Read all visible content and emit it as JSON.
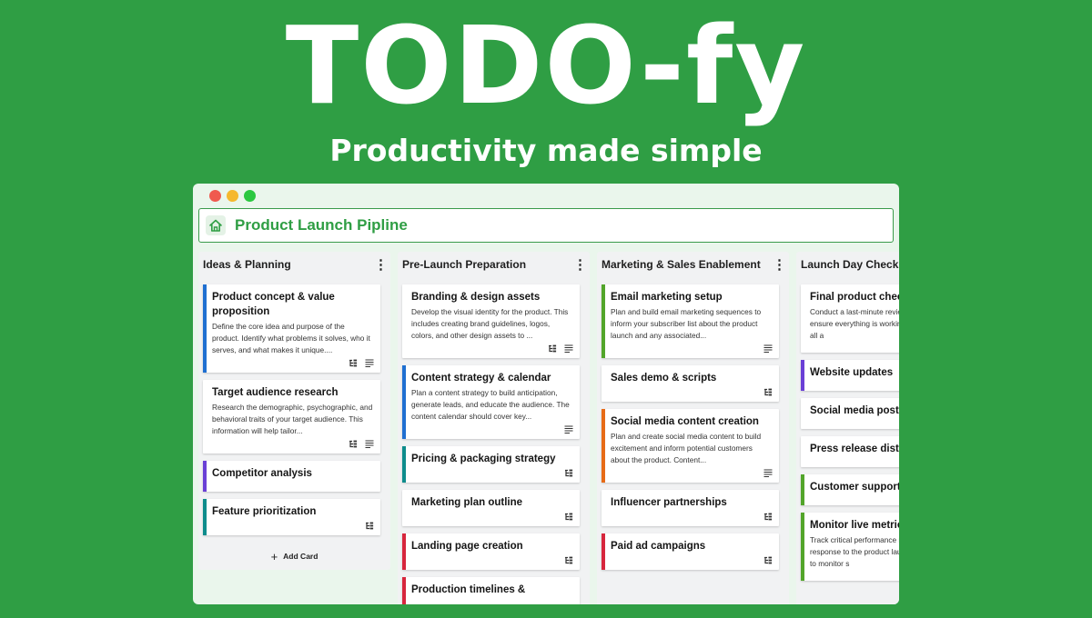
{
  "hero": {
    "title": "TODO-fy",
    "subtitle": "Productivity made simple"
  },
  "window": {
    "traffic_lights": [
      "#f05a4f",
      "#f5b82e",
      "#2bc840"
    ]
  },
  "board": {
    "title": "Product Launch Pipline",
    "home_icon": "home-icon"
  },
  "colors": {
    "brand_green": "#2f9e44",
    "stripe_blue": "#1f6fd1",
    "stripe_purple": "#6a3fd6",
    "stripe_teal": "#0e8c8c",
    "stripe_green": "#52a52a",
    "stripe_orange": "#e76b17",
    "stripe_red": "#d7263d"
  },
  "lists": [
    {
      "title": "Ideas & Planning",
      "add_card": "Add Card",
      "cards": [
        {
          "title": "Product concept & value proposition",
          "desc": "Define the core idea and purpose of the product. Identify what problems it solves, who it serves, and what makes it unique....",
          "stripe": "#1f6fd1",
          "icons": [
            "checklist-icon",
            "description-icon"
          ]
        },
        {
          "title": "Target audience research",
          "desc": "Research the demographic, psychographic, and behavioral traits of your target audience. This information will help tailor...",
          "stripe": "",
          "icons": [
            "checklist-icon",
            "description-icon"
          ]
        },
        {
          "title": "Competitor analysis",
          "desc": "",
          "stripe": "#6a3fd6",
          "icons": []
        },
        {
          "title": "Feature prioritization",
          "desc": "",
          "stripe": "#0e8c8c",
          "icons": [
            "checklist-icon"
          ]
        }
      ]
    },
    {
      "title": "Pre-Launch Preparation",
      "cards": [
        {
          "title": "Branding & design assets",
          "desc": "Develop the visual identity for the product. This includes creating brand guidelines, logos, colors, and other design assets to ...",
          "stripe": "",
          "icons": [
            "checklist-icon",
            "description-icon"
          ]
        },
        {
          "title": "Content strategy & calendar",
          "desc": "Plan a content strategy to build anticipation, generate leads, and educate the audience. The content calendar should cover key...",
          "stripe": "#1f6fd1",
          "icons": [
            "description-icon"
          ]
        },
        {
          "title": "Pricing & packaging strategy",
          "desc": "",
          "stripe": "#0e8c8c",
          "icons": [
            "checklist-icon"
          ]
        },
        {
          "title": "Marketing plan outline",
          "desc": "",
          "stripe": "",
          "icons": [
            "checklist-icon"
          ]
        },
        {
          "title": "Landing page creation",
          "desc": "",
          "stripe": "#d7263d",
          "icons": [
            "checklist-icon"
          ]
        },
        {
          "title": "Production timelines &",
          "desc": "",
          "stripe": "#d7263d",
          "icons": []
        }
      ]
    },
    {
      "title": "Marketing & Sales Enablement",
      "cards": [
        {
          "title": "Email marketing setup",
          "desc": "Plan and build email marketing sequences to inform your subscriber list about the product launch and any associated...",
          "stripe": "#52a52a",
          "icons": [
            "description-icon"
          ]
        },
        {
          "title": "Sales demo & scripts",
          "desc": "",
          "stripe": "",
          "icons": [
            "checklist-icon"
          ]
        },
        {
          "title": "Social media content creation",
          "desc": "Plan and create social media content to build excitement and inform potential customers about the product. Content...",
          "stripe": "#e76b17",
          "icons": [
            "description-icon"
          ]
        },
        {
          "title": "Influencer partnerships",
          "desc": "",
          "stripe": "",
          "icons": [
            "checklist-icon"
          ]
        },
        {
          "title": "Paid ad campaigns",
          "desc": "",
          "stripe": "#d7263d",
          "icons": [
            "checklist-icon"
          ]
        }
      ]
    },
    {
      "title": "Launch Day Checklist",
      "cards": [
        {
          "title": "Final product check",
          "desc": "Conduct a last-minute review of the product to ensure everything is working as expected, and all a",
          "stripe": "",
          "icons": []
        },
        {
          "title": "Website updates",
          "desc": "",
          "stripe": "#6a3fd6",
          "icons": []
        },
        {
          "title": "Social media posts",
          "desc": "",
          "stripe": "",
          "icons": []
        },
        {
          "title": "Press release distribution",
          "desc": "",
          "stripe": "",
          "icons": []
        },
        {
          "title": "Customer support",
          "desc": "",
          "stripe": "#52a52a",
          "icons": []
        },
        {
          "title": "Monitor live metrics",
          "desc": "Track critical performance metrics and the initial response to the product launch using analytics to monitor s",
          "stripe": "#52a52a",
          "icons": []
        }
      ]
    }
  ]
}
